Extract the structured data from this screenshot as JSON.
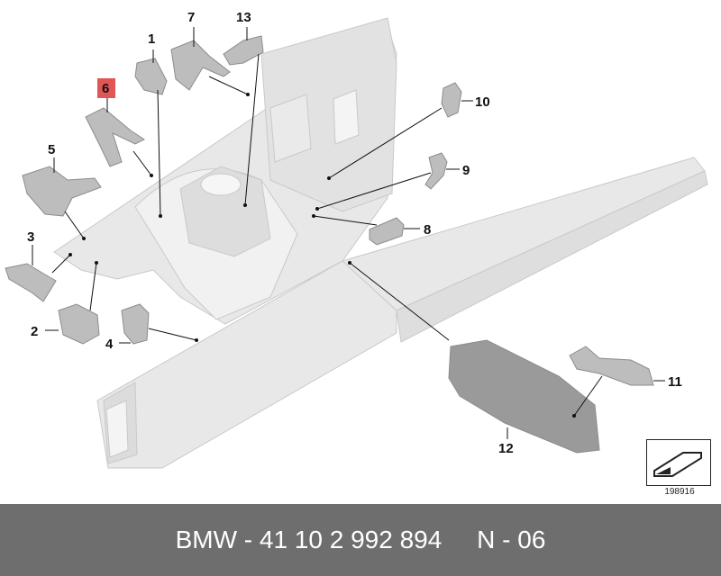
{
  "diagram": {
    "callouts": [
      {
        "id": "1",
        "label": "1"
      },
      {
        "id": "2",
        "label": "2"
      },
      {
        "id": "3",
        "label": "3"
      },
      {
        "id": "4",
        "label": "4"
      },
      {
        "id": "5",
        "label": "5"
      },
      {
        "id": "6",
        "label": "6",
        "highlighted": true
      },
      {
        "id": "7",
        "label": "7"
      },
      {
        "id": "8",
        "label": "8"
      },
      {
        "id": "9",
        "label": "9"
      },
      {
        "id": "10",
        "label": "10"
      },
      {
        "id": "11",
        "label": "11"
      },
      {
        "id": "12",
        "label": "12"
      },
      {
        "id": "13",
        "label": "13"
      }
    ],
    "highlight_color": "#e25555",
    "body_color": "#e6e6e6",
    "part_color": "#bdbdbd",
    "code": "198916",
    "code_icon": "arrow-corner-icon"
  },
  "footer": {
    "text": "BMW - 41 10 2 992 894     N - 06",
    "background": "#6e6e6e"
  }
}
